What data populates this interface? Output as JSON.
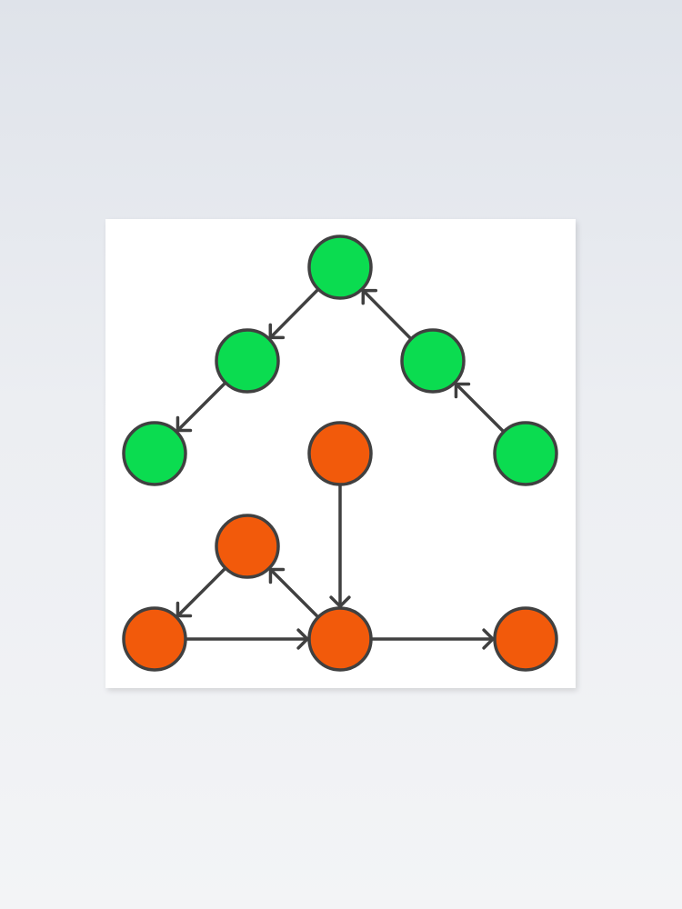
{
  "colors": {
    "green": "#0bdc50",
    "orange": "#f25a0b",
    "stroke": "#404040",
    "background": "#e6e9ee",
    "poster": "#ffffff"
  },
  "nodes": [
    {
      "id": "g1",
      "color": "green"
    },
    {
      "id": "g2",
      "color": "green"
    },
    {
      "id": "g3",
      "color": "green"
    },
    {
      "id": "g4",
      "color": "green"
    },
    {
      "id": "g5",
      "color": "green"
    },
    {
      "id": "o1",
      "color": "orange"
    },
    {
      "id": "o2",
      "color": "orange"
    },
    {
      "id": "o3",
      "color": "orange"
    },
    {
      "id": "o4",
      "color": "orange"
    },
    {
      "id": "o5",
      "color": "orange"
    }
  ],
  "edges": [
    {
      "from": "g1",
      "to": "g2"
    },
    {
      "from": "g2",
      "to": "g4"
    },
    {
      "from": "g3",
      "to": "g1"
    },
    {
      "from": "g5",
      "to": "g3"
    },
    {
      "from": "o1",
      "to": "o4"
    },
    {
      "from": "o2",
      "to": "o3"
    },
    {
      "from": "o4",
      "to": "o2"
    },
    {
      "from": "o3",
      "to": "o4"
    },
    {
      "from": "o4",
      "to": "o5"
    }
  ]
}
